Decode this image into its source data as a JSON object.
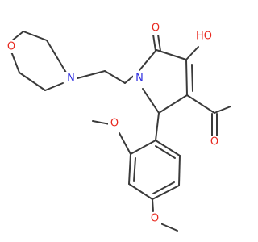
{
  "colors": {
    "bond": "#3a3a3a",
    "oxygen": "#e8281e",
    "nitrogen": "#2f2fe0",
    "background": "#ffffff"
  },
  "atoms": {
    "o_morpholine": "O",
    "n_morpholine": "N",
    "n_ring": "N",
    "o_carbonyl": "O",
    "o_hydroxyl": "HO",
    "o_acetyl": "O",
    "o_methoxy_ortho": "O",
    "o_methoxy_para": "O"
  }
}
